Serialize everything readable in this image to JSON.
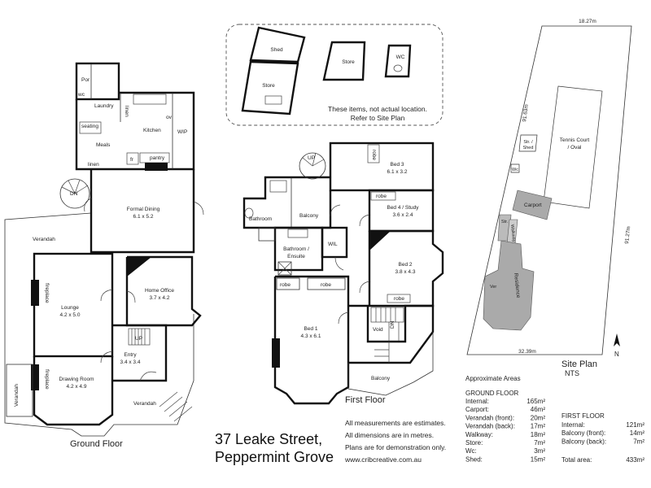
{
  "title_line1": "37 Leake Street,",
  "title_line2": "Peppermint Grove",
  "ground_floor_label": "Ground Floor",
  "first_floor_label": "First Floor",
  "site_plan_label": "Site Plan",
  "site_plan_nts": "NTS",
  "north_label": "N",
  "outbuildings_note_1": "These items, not actual location.",
  "outbuildings_note_2": "Refer to Site Plan",
  "disclaimer": [
    "All measurements are estimates.",
    "All dimensions are in metres.",
    "Plans are for demonstration only.",
    "www.cribcreative.com.au"
  ],
  "areas": {
    "title": "Approximate Areas",
    "ground_heading": "GROUND FLOOR",
    "ground": [
      {
        "label": "Internal:",
        "value": "165m²"
      },
      {
        "label": "Carport:",
        "value": "46m²"
      },
      {
        "label": "Verandah (front):",
        "value": "20m²"
      },
      {
        "label": "Verandah (back):",
        "value": "17m²"
      },
      {
        "label": "Walkway:",
        "value": "18m²"
      },
      {
        "label": "Store:",
        "value": "7m²"
      },
      {
        "label": "Wc:",
        "value": "3m²"
      },
      {
        "label": "Shed:",
        "value": "15m²"
      }
    ],
    "first_heading": "FIRST FLOOR",
    "first": [
      {
        "label": "Internal:",
        "value": "121m²"
      },
      {
        "label": "Balcony (front):",
        "value": "14m²"
      },
      {
        "label": "Balcony (back):",
        "value": "7m²"
      }
    ],
    "total": {
      "label": "Total area:",
      "value": "433m²"
    }
  },
  "site": {
    "top_dim": "18.27m",
    "left_dim": "91.63m",
    "right_dim": "91.27m",
    "bottom_dim": "32.39m",
    "tennis": [
      "Tennis Court",
      "/ Oval"
    ],
    "shed": [
      "Str. /",
      "Shed"
    ],
    "wc": "Wc",
    "carport": "Carport",
    "str": "Str.",
    "walkway": "Walkway",
    "residence": "Residence",
    "ver": "Ver"
  },
  "outbuildings": {
    "shed": "Shed",
    "store_a": "Store",
    "store_b": "Store",
    "wc": "WC"
  },
  "ground_rooms": {
    "por": "Por",
    "wc": "wc",
    "laundry": "Laundry",
    "linen_a": "linen",
    "kitchen": "Kitchen",
    "ov": "ov",
    "wip": "WIP",
    "seating": "seating",
    "meals": "Meals",
    "linen_b": "linen",
    "fr": "fr",
    "pantry": "pantry",
    "formal_dining": "Formal Dining",
    "formal_dining_dim": "6.1 x 5.2",
    "verandah_back": "Verandah",
    "lounge": "Lounge",
    "lounge_dim": "4.2 x 5.0",
    "fireplace_a": "fireplace",
    "home_office": "Home Office",
    "home_office_dim": "3.7 x 4.2",
    "entry": "Entry",
    "entry_dim": "3.4 x 3.4",
    "drawing_room": "Drawing Room",
    "drawing_room_dim": "4.2 x 4.9",
    "fireplace_b": "fireplace",
    "verandah_side": "Verandah",
    "verandah_front": "Verandah",
    "dn": "DN",
    "up": "UP"
  },
  "first_rooms": {
    "bed3": "Bed 3",
    "bed3_dim": "6.1 x 3.2",
    "robe_bed3": "robe",
    "bed4": "Bed 4 / Study",
    "bed4_dim": "3.6 x 2.4",
    "robe_bed4": "robe",
    "bathroom": "Bathroom",
    "balcony_back": "Balcony",
    "ensuite": "Bathroom /",
    "ensuite2": "Ensuite",
    "wil": "WIL",
    "bed2": "Bed 2",
    "bed2_dim": "3.8 x 4.3",
    "robe_a": "robe",
    "robe_b": "robe",
    "robe_c": "robe",
    "bed1": "Bed 1",
    "bed1_dim": "4.3 x 6.1",
    "void": "Void",
    "balcony_front": "Balcony",
    "up": "UP",
    "dn": "DN"
  }
}
